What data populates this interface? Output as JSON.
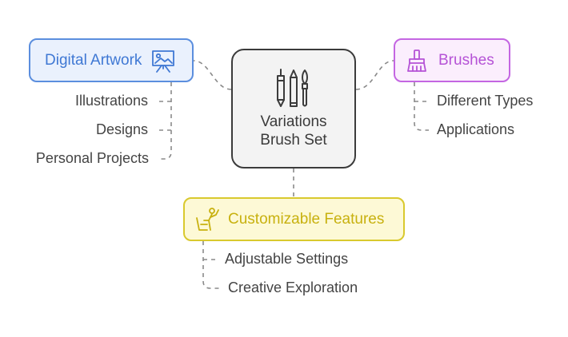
{
  "center": {
    "title_line1": "Variations",
    "title_line2": "Brush Set",
    "icon": "brushes-pencil-pen-icon"
  },
  "branches": {
    "digital_artwork": {
      "label": "Digital Artwork",
      "icon": "easel-artwork-icon",
      "color": "#5b8ede",
      "items": [
        "Illustrations",
        "Designs",
        "Personal Projects"
      ]
    },
    "brushes": {
      "label": "Brushes",
      "icon": "paint-brush-icon",
      "color": "#c466e2",
      "items": [
        "Different Types",
        "Applications"
      ]
    },
    "customizable_features": {
      "label": "Customizable Features",
      "icon": "person-at-desk-icon",
      "color": "#d9c92e",
      "items": [
        "Adjustable Settings",
        "Creative Exploration"
      ]
    }
  }
}
